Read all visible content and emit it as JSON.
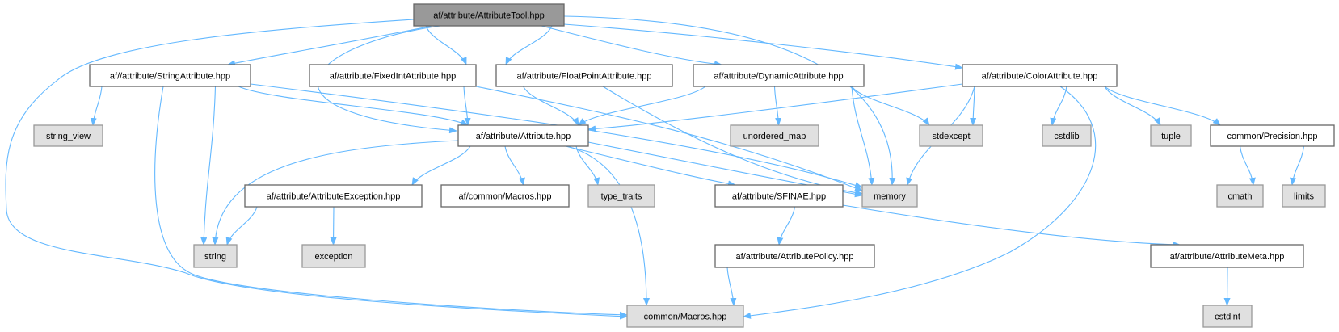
{
  "graph": {
    "nodes": {
      "tool": {
        "label": "af/attribute/AttributeTool.hpp",
        "kind": "root"
      },
      "stringattr": {
        "label": "af//attribute/StringAttribute.hpp",
        "kind": "int"
      },
      "fixedint": {
        "label": "af/attribute/FixedIntAttribute.hpp",
        "kind": "int"
      },
      "floatpoint": {
        "label": "af/attribute/FloatPointAttribute.hpp",
        "kind": "int"
      },
      "dynamic": {
        "label": "af/attribute/DynamicAttribute.hpp",
        "kind": "int"
      },
      "color": {
        "label": "af/attribute/ColorAttribute.hpp",
        "kind": "int"
      },
      "string_view": {
        "label": "string_view",
        "kind": "ext"
      },
      "attribute": {
        "label": "af/attribute/Attribute.hpp",
        "kind": "int"
      },
      "unordered_map": {
        "label": "unordered_map",
        "kind": "ext"
      },
      "stdexcept": {
        "label": "stdexcept",
        "kind": "ext"
      },
      "cstdlib": {
        "label": "cstdlib",
        "kind": "ext"
      },
      "tuple": {
        "label": "tuple",
        "kind": "ext"
      },
      "precision": {
        "label": "common/Precision.hpp",
        "kind": "int"
      },
      "attrexception": {
        "label": "af/attribute/AttributeException.hpp",
        "kind": "int"
      },
      "afmacros": {
        "label": "af/common/Macros.hpp",
        "kind": "int"
      },
      "type_traits": {
        "label": "type_traits",
        "kind": "ext"
      },
      "sfinae": {
        "label": "af/attribute/SFINAE.hpp",
        "kind": "int"
      },
      "memory": {
        "label": "memory",
        "kind": "ext"
      },
      "cmath": {
        "label": "cmath",
        "kind": "ext"
      },
      "limits": {
        "label": "limits",
        "kind": "ext"
      },
      "string": {
        "label": "string",
        "kind": "ext"
      },
      "exception": {
        "label": "exception",
        "kind": "ext"
      },
      "policy": {
        "label": "af/attribute/AttributePolicy.hpp",
        "kind": "int"
      },
      "meta": {
        "label": "af/attribute/AttributeMeta.hpp",
        "kind": "int"
      },
      "commonmacros": {
        "label": "common/Macros.hpp",
        "kind": "ext"
      },
      "cstdint": {
        "label": "cstdint",
        "kind": "ext"
      }
    },
    "edges": [
      [
        "tool",
        "stringattr"
      ],
      [
        "tool",
        "fixedint"
      ],
      [
        "tool",
        "floatpoint"
      ],
      [
        "tool",
        "dynamic"
      ],
      [
        "tool",
        "color"
      ],
      [
        "tool",
        "attribute"
      ],
      [
        "tool",
        "memory"
      ],
      [
        "tool",
        "commonmacros"
      ],
      [
        "stringattr",
        "string_view"
      ],
      [
        "stringattr",
        "string"
      ],
      [
        "stringattr",
        "commonmacros"
      ],
      [
        "stringattr",
        "attribute"
      ],
      [
        "stringattr",
        "memory"
      ],
      [
        "fixedint",
        "attribute"
      ],
      [
        "fixedint",
        "memory"
      ],
      [
        "floatpoint",
        "attribute"
      ],
      [
        "floatpoint",
        "memory"
      ],
      [
        "dynamic",
        "attribute"
      ],
      [
        "dynamic",
        "unordered_map"
      ],
      [
        "dynamic",
        "memory"
      ],
      [
        "dynamic",
        "stdexcept"
      ],
      [
        "color",
        "attribute"
      ],
      [
        "color",
        "stdexcept"
      ],
      [
        "color",
        "memory"
      ],
      [
        "color",
        "cstdlib"
      ],
      [
        "color",
        "commonmacros"
      ],
      [
        "color",
        "tuple"
      ],
      [
        "color",
        "precision"
      ],
      [
        "precision",
        "cmath"
      ],
      [
        "precision",
        "limits"
      ],
      [
        "attribute",
        "string"
      ],
      [
        "attribute",
        "attrexception"
      ],
      [
        "attribute",
        "afmacros"
      ],
      [
        "attribute",
        "type_traits"
      ],
      [
        "attribute",
        "memory"
      ],
      [
        "attribute",
        "sfinae"
      ],
      [
        "attribute",
        "commonmacros"
      ],
      [
        "attrexception",
        "string"
      ],
      [
        "attrexception",
        "exception"
      ],
      [
        "sfinae",
        "policy"
      ],
      [
        "sfinae",
        "meta"
      ],
      [
        "policy",
        "commonmacros"
      ],
      [
        "meta",
        "cstdint"
      ]
    ]
  },
  "colors": {
    "edge": "#63b8ff",
    "root_fill": "#999999",
    "ext_fill": "#e0e0e0"
  }
}
